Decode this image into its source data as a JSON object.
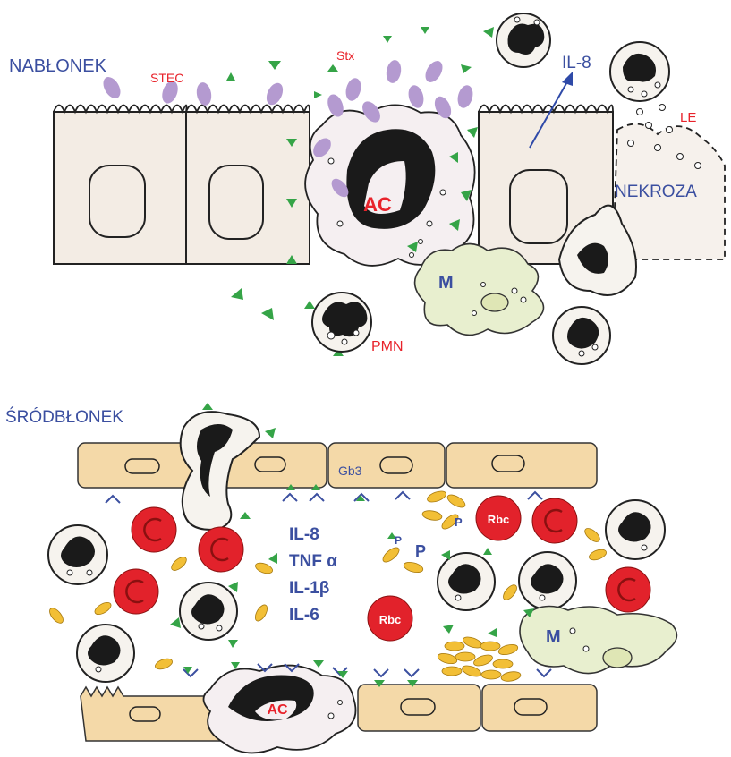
{
  "labels": {
    "epithelium": "NABŁONEK",
    "endothelium": "ŚRÓDBŁONEK",
    "stec": "STEC",
    "stx": "Stx",
    "il8_top": "IL-8",
    "le": "LE",
    "necrosis": "NEKROZA",
    "ac_top": "AC",
    "macrophage_top": "M",
    "pmn": "PMN",
    "gb3": "Gb3",
    "cytokines": [
      "IL-8",
      "TNF α",
      "IL-1β",
      "IL-6"
    ],
    "rbc": "Rbc",
    "platelet_small": "P",
    "platelet_big": "P",
    "macrophage_bottom": "M",
    "ac_bottom": "AC"
  },
  "colors": {
    "label_blue": "#3b4fa0",
    "label_red": "#e8232b",
    "stx_triangle": "#35a447",
    "bacteria": "#b49ad0",
    "endothelial_cell": "#f4d9a8",
    "platelet": "#f2bf36"
  }
}
